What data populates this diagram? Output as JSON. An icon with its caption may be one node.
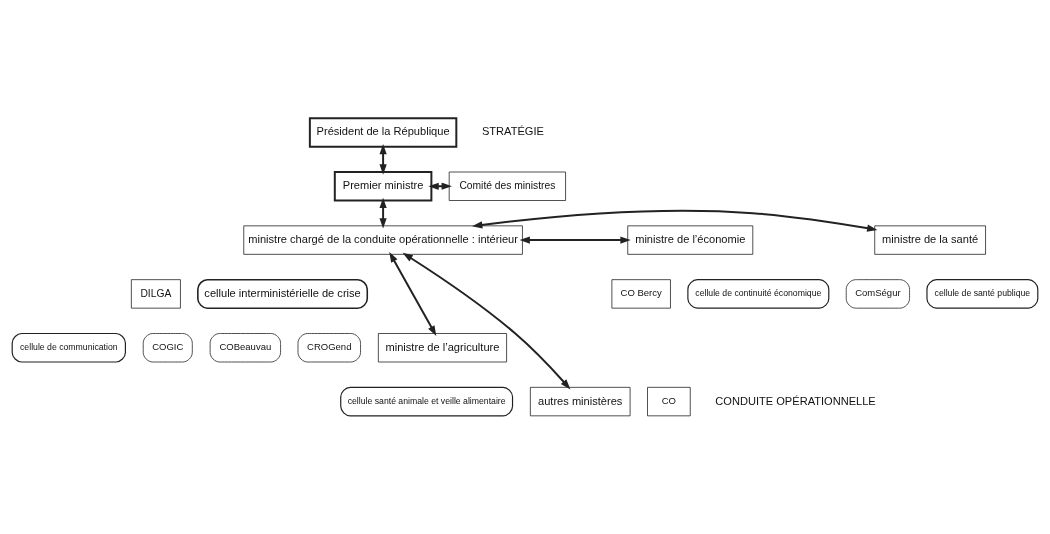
{
  "diagram": {
    "nodes": [
      {
        "text": [
          "Président de la République"
        ]
      },
      {
        "text": [
          "Premier ministre"
        ]
      },
      {
        "text": [
          "Comité des ministres"
        ]
      },
      {
        "text": [
          "ministre chargé de la conduite opérationnelle : intérieur"
        ]
      },
      {
        "text": [
          "ministre de la santé"
        ]
      },
      {
        "text": [
          "DILGA"
        ]
      },
      {
        "text": [
          "ministre de l’économie"
        ]
      },
      {
        "text": [
          "ComSégur"
        ]
      },
      {
        "text": [
          "cellule de santé publique"
        ]
      },
      {
        "text": [
          "CO Bercy"
        ]
      },
      {
        "text": [
          "cellule interministérielle de crise"
        ]
      },
      {
        "text": [
          "cellule de continuité économique"
        ]
      },
      {
        "text": [
          "cellule de communication"
        ]
      },
      {
        "text": [
          "COGIC"
        ]
      },
      {
        "text": [
          "COBeauvau"
        ]
      },
      {
        "text": [
          "CROGend"
        ]
      },
      {
        "text": [
          "ministre de l’agriculture"
        ]
      },
      {
        "text": [
          "autres ministères"
        ]
      },
      {
        "text": [
          "CO"
        ]
      },
      {
        "text": [
          "cellule santé animale et veille alimentaire"
        ]
      }
    ],
    "edges": [
      {
        "from": 0,
        "to": 1,
        "arrow": "both"
      },
      {
        "from": 1,
        "to": 2,
        "arrow": "both"
      },
      {
        "from": 1,
        "to": 3,
        "arrow": "both"
      },
      {
        "from": 4,
        "to": 3,
        "arrow": "both"
      },
      {
        "from": 3,
        "to": 6,
        "arrow": "both"
      },
      {
        "from": 3,
        "to": 17,
        "arrow": "both"
      },
      {
        "from": 3,
        "to": 16,
        "arrow": "both"
      }
    ],
    "labels": [
      "STRATÉGIE",
      "CONDUITE OPÉRATIONNELLE"
    ]
  }
}
